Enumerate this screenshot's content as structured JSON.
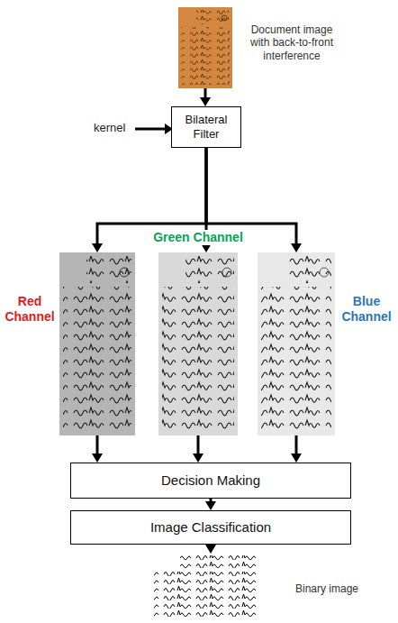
{
  "diagram": {
    "nodes": [
      {
        "text": [
          "Document image with back-to-front interference"
        ]
      },
      {
        "text": [
          "Bilateral Filter"
        ]
      },
      {
        "text": [
          "Red Channel"
        ]
      },
      {
        "text": [
          "Green Channel"
        ]
      },
      {
        "text": [
          "Blue Channel"
        ]
      },
      {
        "text": [
          "Decision Making"
        ]
      },
      {
        "text": [
          "Image Classification"
        ]
      },
      {
        "text": [
          "Binary image"
        ]
      }
    ],
    "edges": [
      {
        "from": 0,
        "to": 1,
        "arrow": "to"
      },
      {
        "from": 1,
        "to": 2,
        "arrow": "to"
      },
      {
        "from": 1,
        "to": 3,
        "arrow": "to"
      },
      {
        "from": 1,
        "to": 4,
        "arrow": "to"
      },
      {
        "from": 2,
        "to": 5,
        "arrow": "to"
      },
      {
        "from": 3,
        "to": 5,
        "arrow": "to"
      },
      {
        "from": 4,
        "to": 5,
        "arrow": "to"
      },
      {
        "from": 5,
        "to": 6,
        "arrow": "to"
      },
      {
        "from": 6,
        "to": 7,
        "arrow": "to"
      }
    ],
    "labels": [
      "kernel"
    ]
  }
}
